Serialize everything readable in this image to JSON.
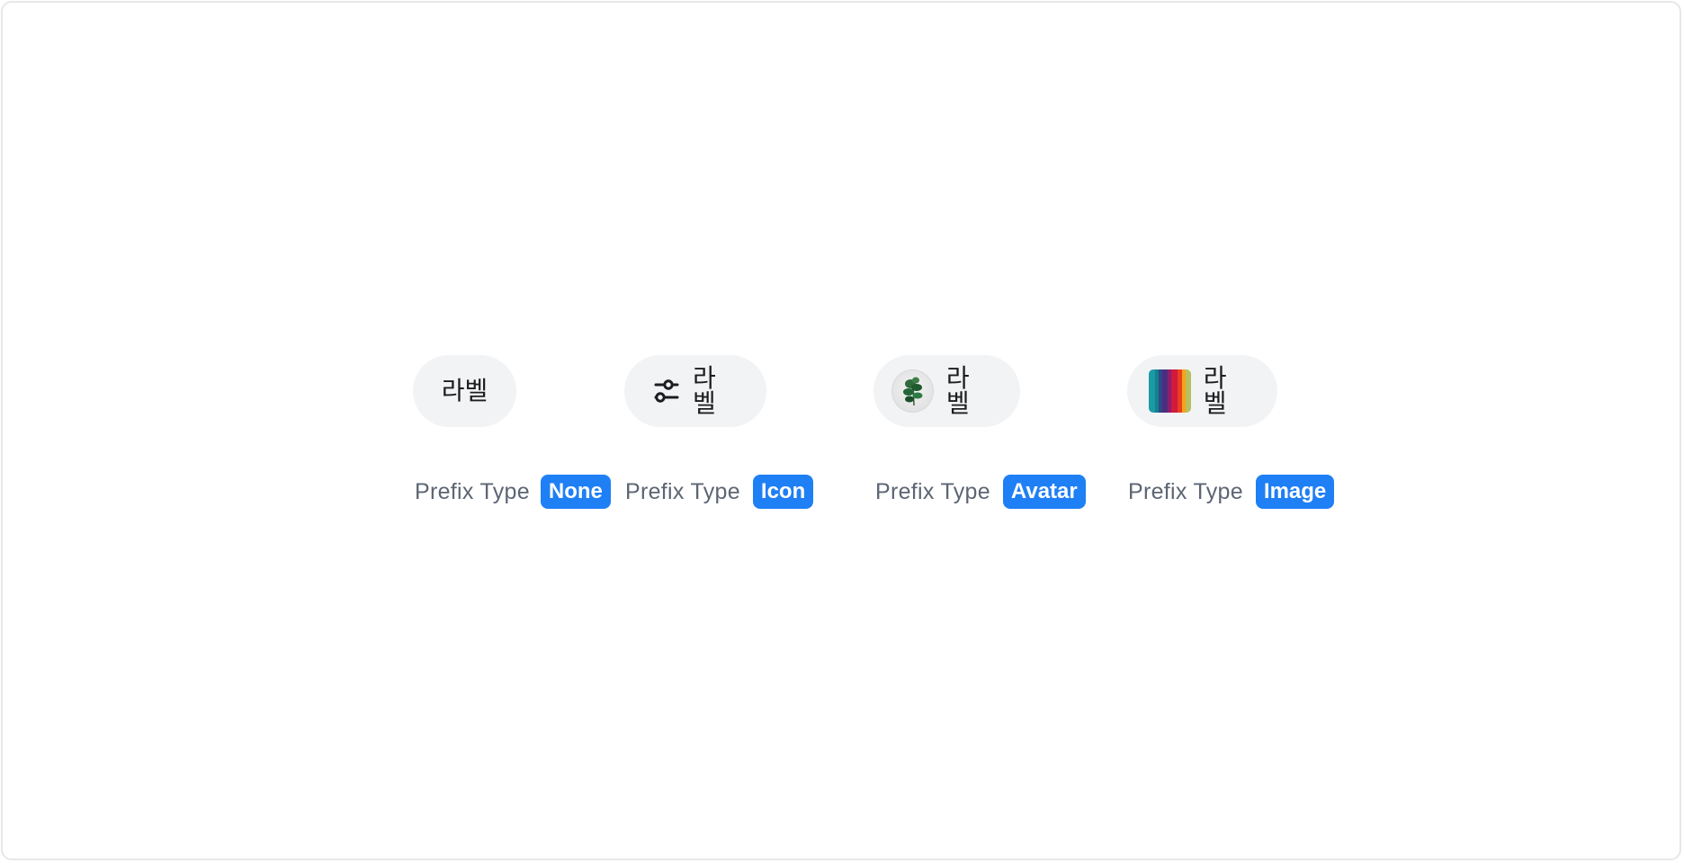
{
  "colors": {
    "chip_background": "#f2f3f5",
    "badge_background": "#1f7ff5",
    "badge_text": "#ffffff",
    "caption_text": "#5d6573",
    "label_text": "#1c1d20"
  },
  "variants": [
    {
      "chip_label": "라벨",
      "prefix": "none",
      "caption": "Prefix Type",
      "badge": "None"
    },
    {
      "chip_label": "라벨",
      "prefix": "sliders-icon",
      "caption": "Prefix Type",
      "badge": "Icon"
    },
    {
      "chip_label": "라벨",
      "prefix": "avatar-plant",
      "caption": "Prefix Type",
      "badge": "Avatar"
    },
    {
      "chip_label": "라벨",
      "prefix": "image-colorful-corridor",
      "caption": "Prefix Type",
      "badge": "Image"
    }
  ]
}
